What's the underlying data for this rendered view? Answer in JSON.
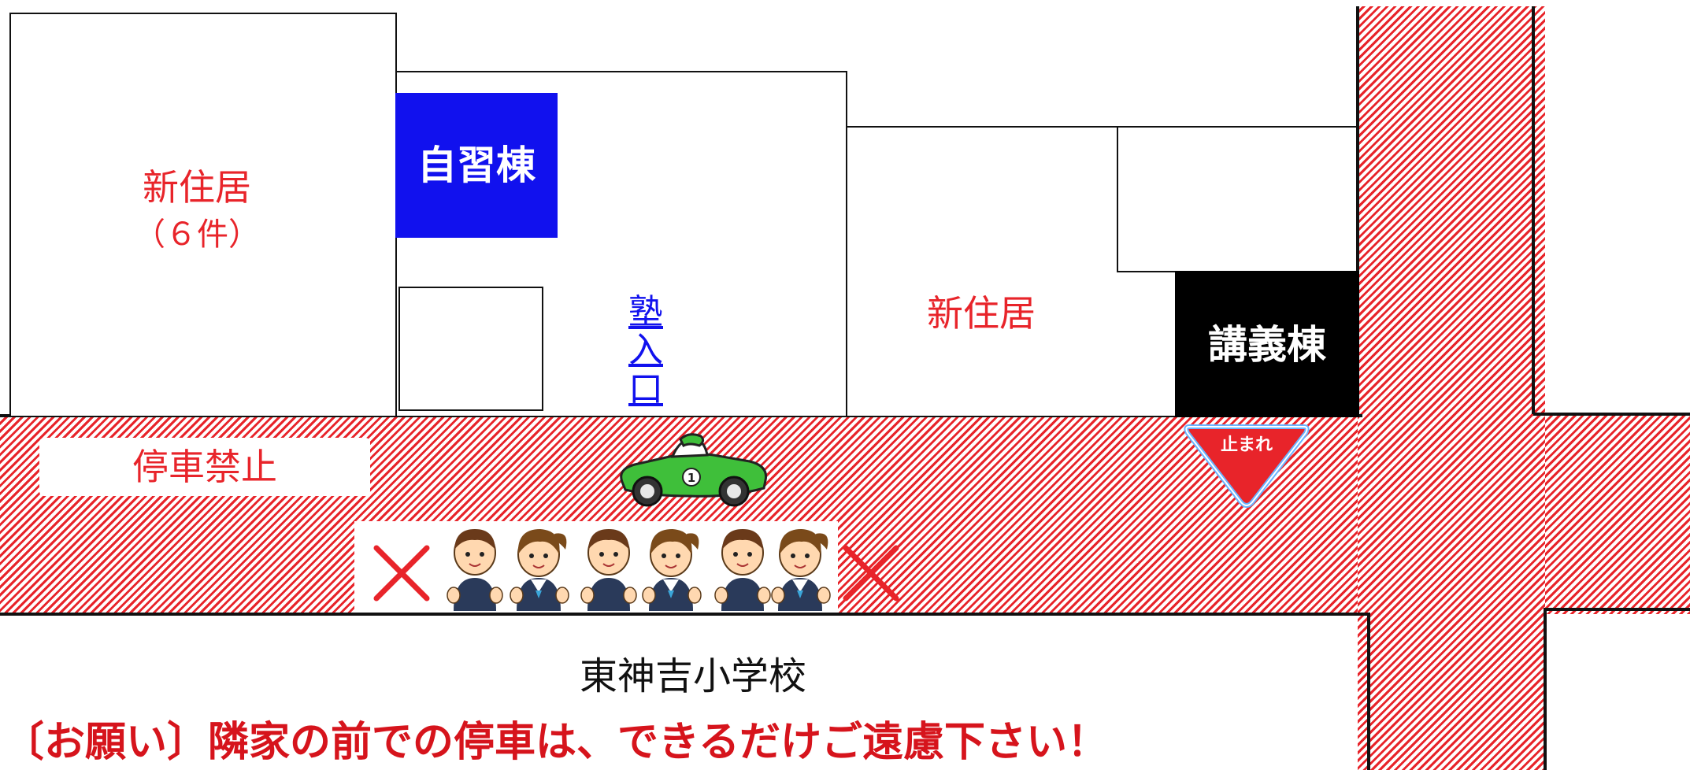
{
  "colors": {
    "red": "#e8242a",
    "blue": "#1111ee",
    "black": "#000000",
    "notice_red": "#d6141c",
    "car_green": "#3fbf3a"
  },
  "labels": {
    "new_residence_left_line1": "新住居",
    "new_residence_left_line2": "（６件）",
    "study_building": "自習棟",
    "entrance": [
      "塾",
      "入",
      "口"
    ],
    "new_residence_middle": "新住居",
    "lecture_building": "講義棟",
    "no_stopping": "停車禁止",
    "stop_sign": "止まれ",
    "school": "東神吉小学校",
    "request_notice": "〔お願い〕隣家の前での停車は、できるだけご遠慮下さい！"
  },
  "car": {
    "number": "1"
  },
  "icons": {
    "car": "race-car-icon",
    "stop_sign": "stop-sign-icon",
    "forbidden_mark": "x-mark-icon",
    "students": "student-figure-icon"
  }
}
